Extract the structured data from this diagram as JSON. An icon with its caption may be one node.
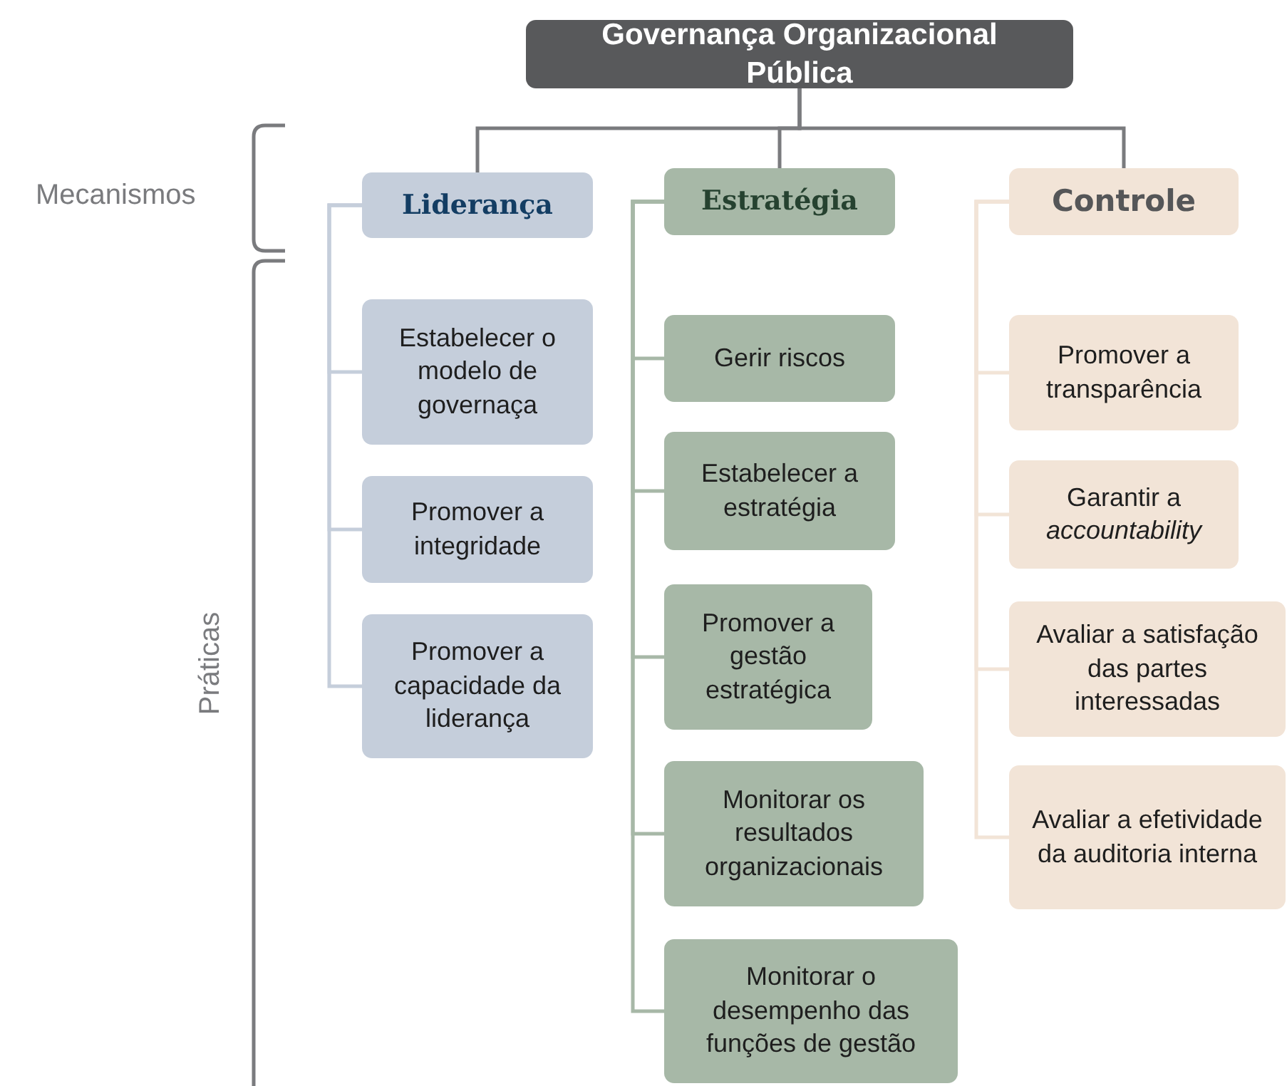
{
  "diagram": {
    "nodes": [
      {
        "text": [
          "Governança Organizacional Pública"
        ]
      },
      {
        "text": [
          "Liderança"
        ]
      },
      {
        "text": [
          "Estratégia"
        ]
      },
      {
        "text": [
          "Controle"
        ]
      },
      {
        "text": [
          "Estabelecer o modelo de governaça"
        ]
      },
      {
        "text": [
          "Promover a integridade"
        ]
      },
      {
        "text": [
          "Promover a capacidade da liderança"
        ]
      },
      {
        "text": [
          "Gerir riscos"
        ]
      },
      {
        "text": [
          "Estabelecer a estratégia"
        ]
      },
      {
        "text": [
          "Promover a gestão estratégica"
        ]
      },
      {
        "text": [
          "Monitorar os resultados organizacionais"
        ]
      },
      {
        "text": [
          "Monitorar o desempenho das funções de gestão"
        ]
      },
      {
        "text": [
          "Promover a transparência"
        ]
      },
      {
        "text": [
          "Garantir a *accountability*"
        ]
      },
      {
        "text": [
          "Avaliar a satisfação das partes interessadas"
        ]
      },
      {
        "text": [
          "Avaliar a efetividade da auditoria interna"
        ]
      }
    ],
    "edges": [
      {
        "from": 0,
        "to": 1,
        "arrow": "none",
        "color": "#7a7b7e"
      },
      {
        "from": 0,
        "to": 2,
        "arrow": "none",
        "color": "#7a7b7e"
      },
      {
        "from": 0,
        "to": 3,
        "arrow": "none",
        "color": "#7a7b7e"
      },
      {
        "from": 1,
        "to": 4,
        "arrow": "none",
        "color": "#c5cedb"
      },
      {
        "from": 1,
        "to": 5,
        "arrow": "none",
        "color": "#c5cedb"
      },
      {
        "from": 1,
        "to": 6,
        "arrow": "none",
        "color": "#c5cedb"
      },
      {
        "from": 2,
        "to": 7,
        "arrow": "none"
      },
      {
        "from": 2,
        "to": 8,
        "arrow": "none"
      },
      {
        "from": 2,
        "to": 9,
        "arrow": "none"
      },
      {
        "from": 2,
        "to": 10,
        "arrow": "none"
      },
      {
        "from": 2,
        "to": 11,
        "arrow": "none"
      },
      {
        "from": 3,
        "to": 12,
        "arrow": "none",
        "color": "#f2e4d7"
      },
      {
        "from": 3,
        "to": 13,
        "arrow": "none",
        "color": "#f2e4d7"
      },
      {
        "from": 3,
        "to": 14,
        "arrow": "none",
        "color": "#f2e4d7"
      },
      {
        "from": 3,
        "to": 15,
        "arrow": "none",
        "color": "#f2e4d7"
      }
    ],
    "labels": [
      "Mecanismos",
      "Práticas"
    ]
  }
}
